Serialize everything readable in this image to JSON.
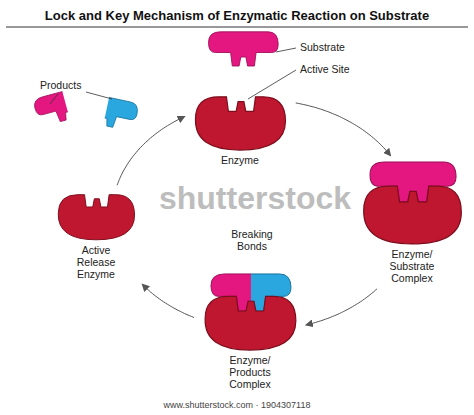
{
  "diagram": {
    "title": "Lock and Key Mechanism of Enzymatic Reaction on Substrate",
    "nodes": [
      {
        "text": [
          "Enzyme"
        ]
      },
      {
        "text": [
          "Enzyme/ Substrate Complex"
        ]
      },
      {
        "text": [
          "Enzyme/ Products Complex"
        ]
      },
      {
        "text": [
          "Active Release Enzyme"
        ]
      }
    ],
    "edges": [
      {
        "from": 0,
        "to": 1,
        "arrow": "to"
      },
      {
        "from": 1,
        "to": 2,
        "arrow": "to"
      },
      {
        "from": 2,
        "to": 3,
        "arrow": "to"
      },
      {
        "from": 3,
        "to": 0,
        "arrow": "to"
      }
    ],
    "labels": [
      "Substrate",
      "Active Site",
      "Breaking Bonds",
      "Products",
      "shutterstock",
      "www.shutterstock.com · 1904307118"
    ]
  }
}
